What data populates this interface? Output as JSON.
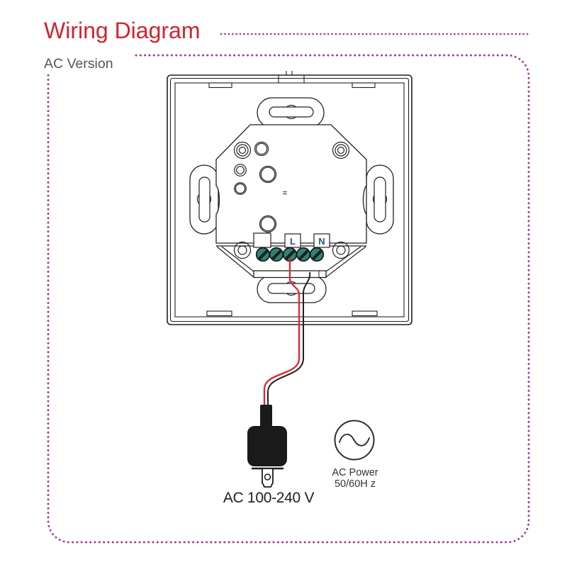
{
  "header": {
    "title": "Wiring Diagram",
    "subtitle": "AC Version"
  },
  "diagram": {
    "terminal_strip": {
      "labels": [
        "",
        "L",
        "N"
      ],
      "terminal_count": 5
    },
    "equals_mark": "=",
    "plug": {
      "label": "AC 100-240 V"
    },
    "power_symbol": {
      "line1": "AC Power",
      "line2": "50/60H z"
    },
    "colors": {
      "title_red": "#d2232f",
      "subtitle_gray": "#54565a",
      "border_purple": "#a23b8e",
      "line_black": "#231f20",
      "wire_red": "#e8222d",
      "wire_black": "#231f20",
      "terminal_green": "#2e8373",
      "terminal_label_blue": "#2d4f90"
    }
  }
}
